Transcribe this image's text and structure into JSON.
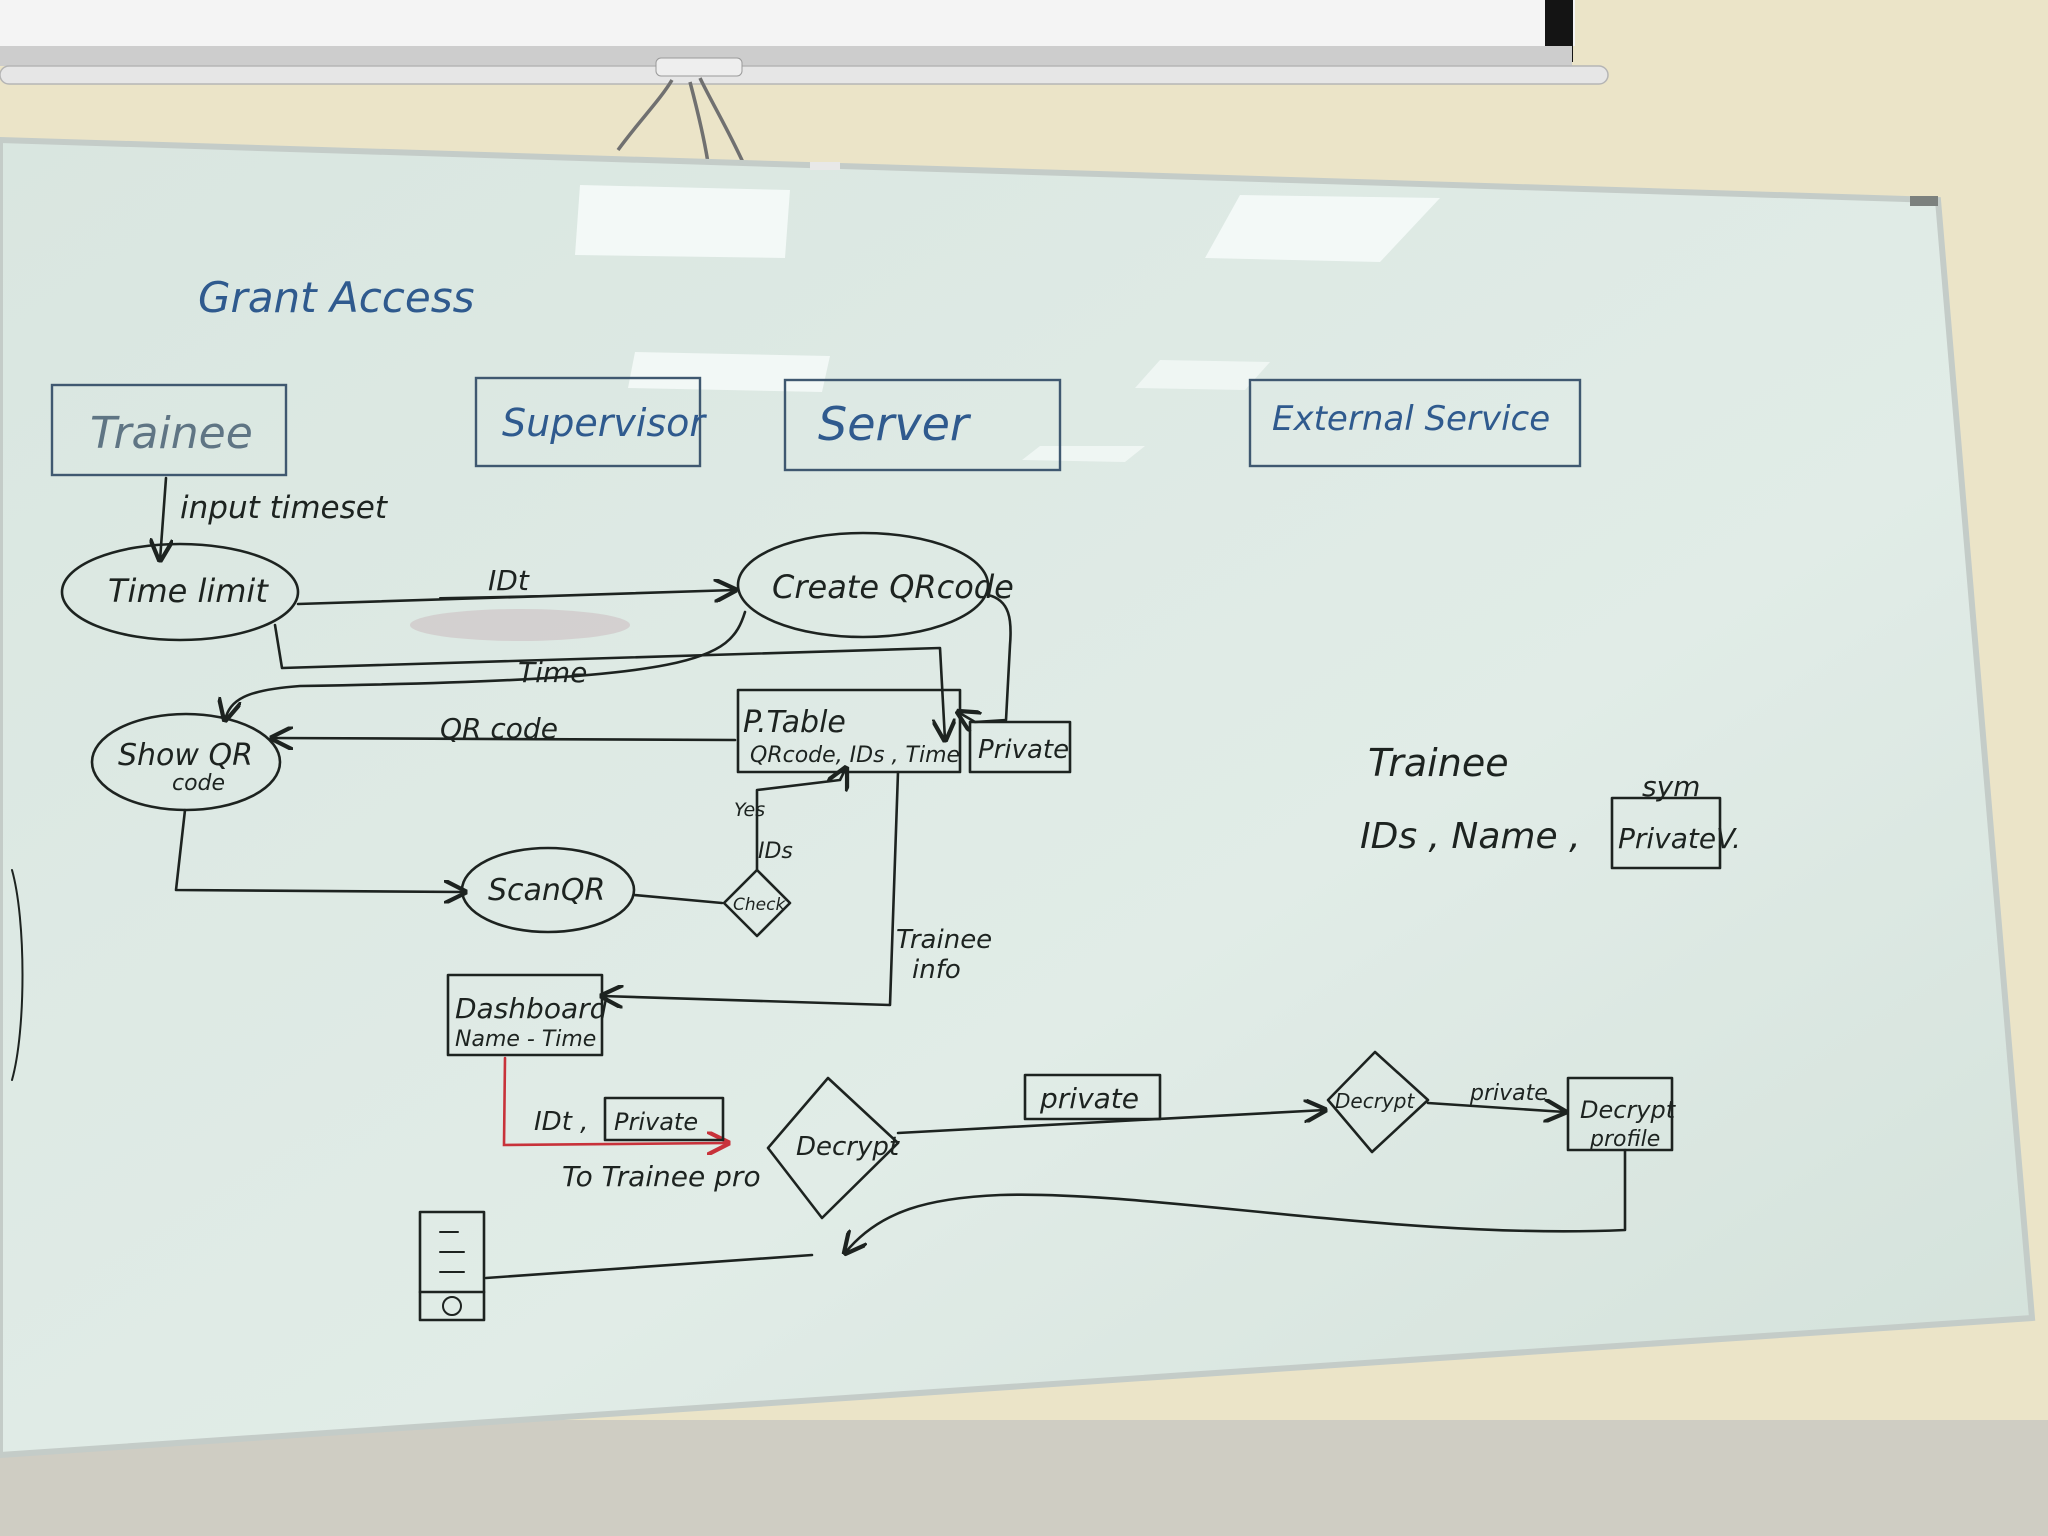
{
  "board": {
    "heading": "Grant Access",
    "lanes": [
      "Trainee",
      "Supervisor",
      "Server",
      "External Service"
    ],
    "labels": {
      "input_timeset": "input timeset",
      "time_limit": "Time limit",
      "id_top": "IDt",
      "create_qr": "Create QRcode",
      "time_flow": "Time",
      "qr_code_flow": "QR code",
      "show_qr_1": "Show QR",
      "show_qr_2": "code",
      "ptable_title": "P.Table",
      "ptable_fields": "QRcode, IDs , Time",
      "private_box": "Private",
      "yes": "Yes",
      "ids": "IDs",
      "scan_qr": "ScanQR",
      "check": "Check",
      "trainee_info_1": "Trainee",
      "trainee_info_2": "info",
      "dashboard_1": "Dashboard",
      "dashboard_2": "Name - Time",
      "idt_red": "IDt ,",
      "private_red": "Private",
      "to_trainee": "To Trainee pro",
      "decrypt_1": "Decrypt",
      "private_mid": "private",
      "decrypt_2": "Decrypt",
      "private_arrow": "private",
      "decrypt_profile_1": "Decrypt",
      "decrypt_profile_2": "profile"
    },
    "entity": {
      "title": "Trainee",
      "fields": "IDs , Name ,",
      "sym": "sym",
      "private_v": "PrivateV."
    }
  },
  "colors": {
    "board": "#dde9e4",
    "ink": "#1d2320",
    "blue_ink": "#2f5a8e",
    "red_ink": "#c8323a",
    "wall": "#ebe4c8"
  }
}
